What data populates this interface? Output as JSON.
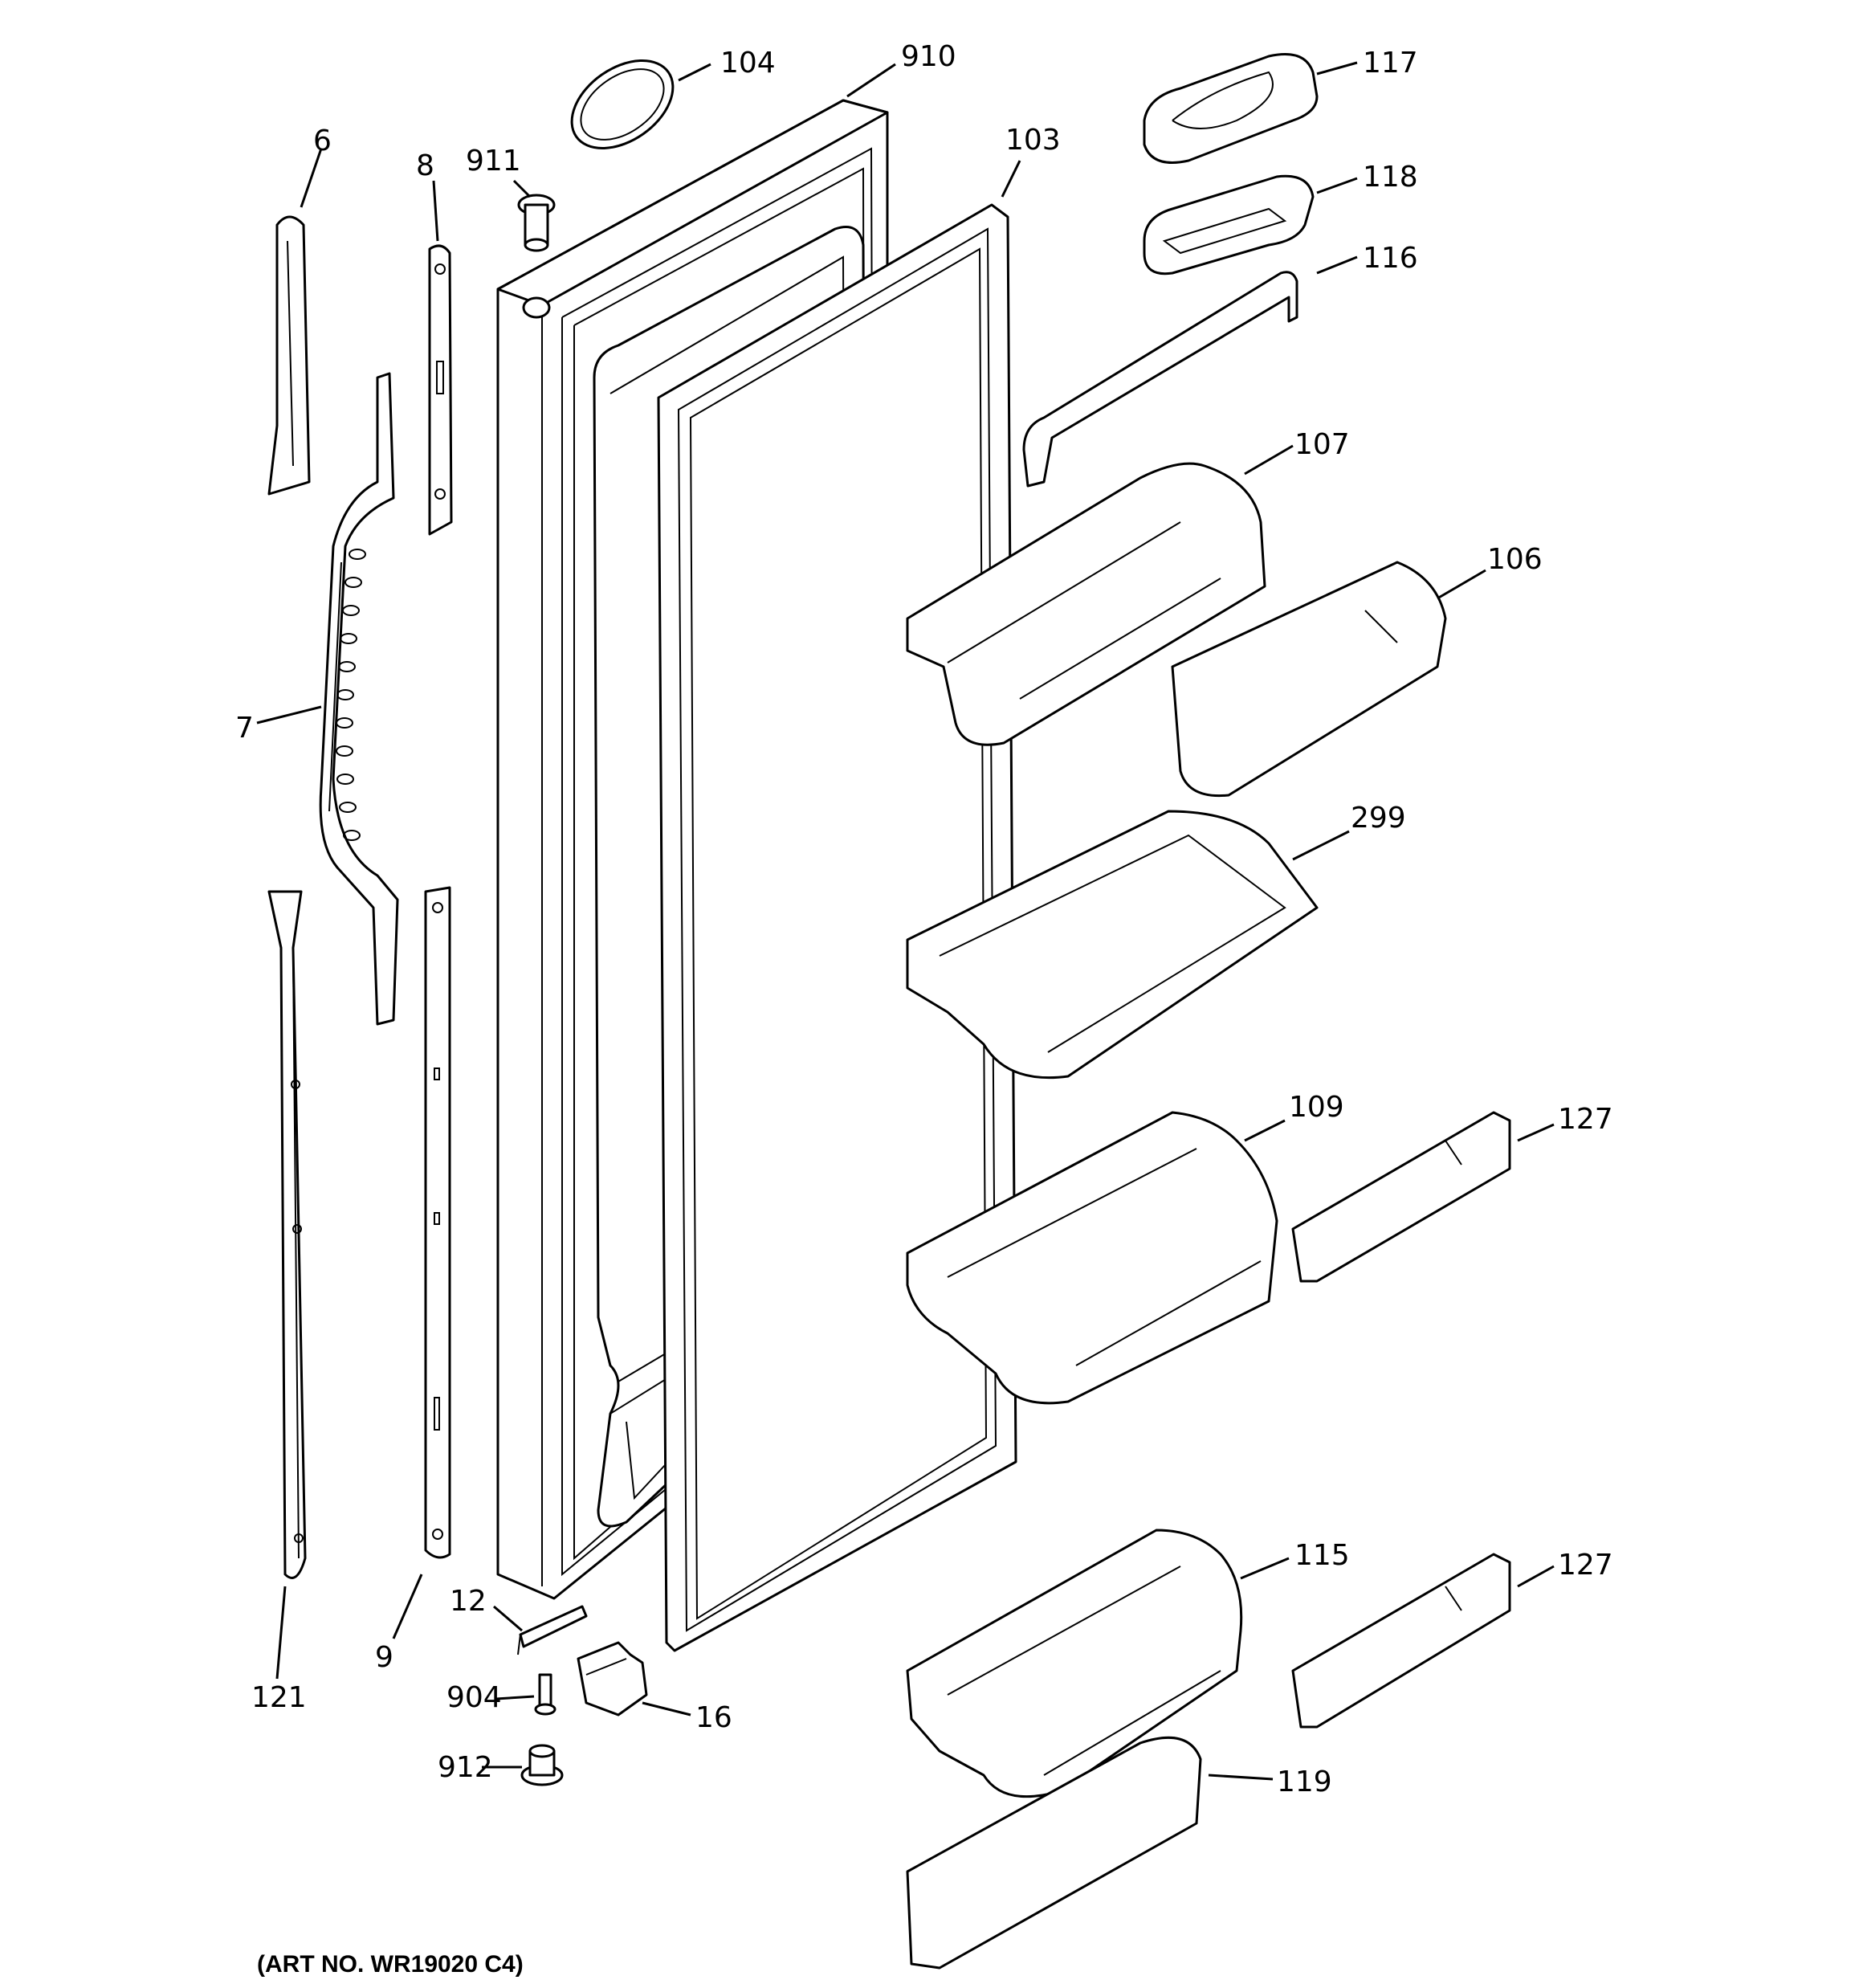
{
  "callouts": {
    "c104": "104",
    "c910": "910",
    "c117": "117",
    "c118": "118",
    "c116": "116",
    "c103": "103",
    "c911": "911",
    "c6": "6",
    "c8": "8",
    "c107": "107",
    "c106": "106",
    "c7": "7",
    "c299": "299",
    "c109": "109",
    "c127a": "127",
    "c115": "115",
    "c127b": "127",
    "c12": "12",
    "c9": "9",
    "c121": "121",
    "c904": "904",
    "c16": "16",
    "c912": "912",
    "c119": "119"
  },
  "art_number": "(ART NO. WR19020 C4)"
}
